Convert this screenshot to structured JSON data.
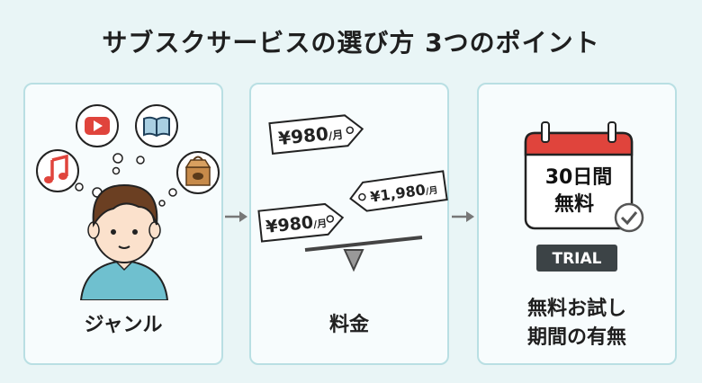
{
  "title": "サブスクサービスの選び方 3つのポイント",
  "panels": [
    {
      "label": "ジャンル"
    },
    {
      "label": "料金",
      "tags": [
        {
          "price": "¥980",
          "unit": "/月"
        },
        {
          "price": "¥980",
          "unit": "/月"
        },
        {
          "price": "¥1,980",
          "unit": "/月"
        }
      ]
    },
    {
      "label_line1": "無料お試し",
      "label_line2": "期間の有無",
      "calendar_line1": "30日間",
      "calendar_line2": "無料",
      "badge": "TRIAL"
    }
  ],
  "icons": [
    "music-icon",
    "play-icon",
    "book-icon",
    "food-box-icon",
    "checkmark-icon",
    "calendar-icon",
    "arrow-right-icon",
    "scale-icon"
  ],
  "colors": {
    "background": "#e9f5f6",
    "panel_border": "#b9dfe3",
    "accent_red": "#e0443c",
    "shirt": "#6fc0cf",
    "badge": "#3c4346"
  }
}
